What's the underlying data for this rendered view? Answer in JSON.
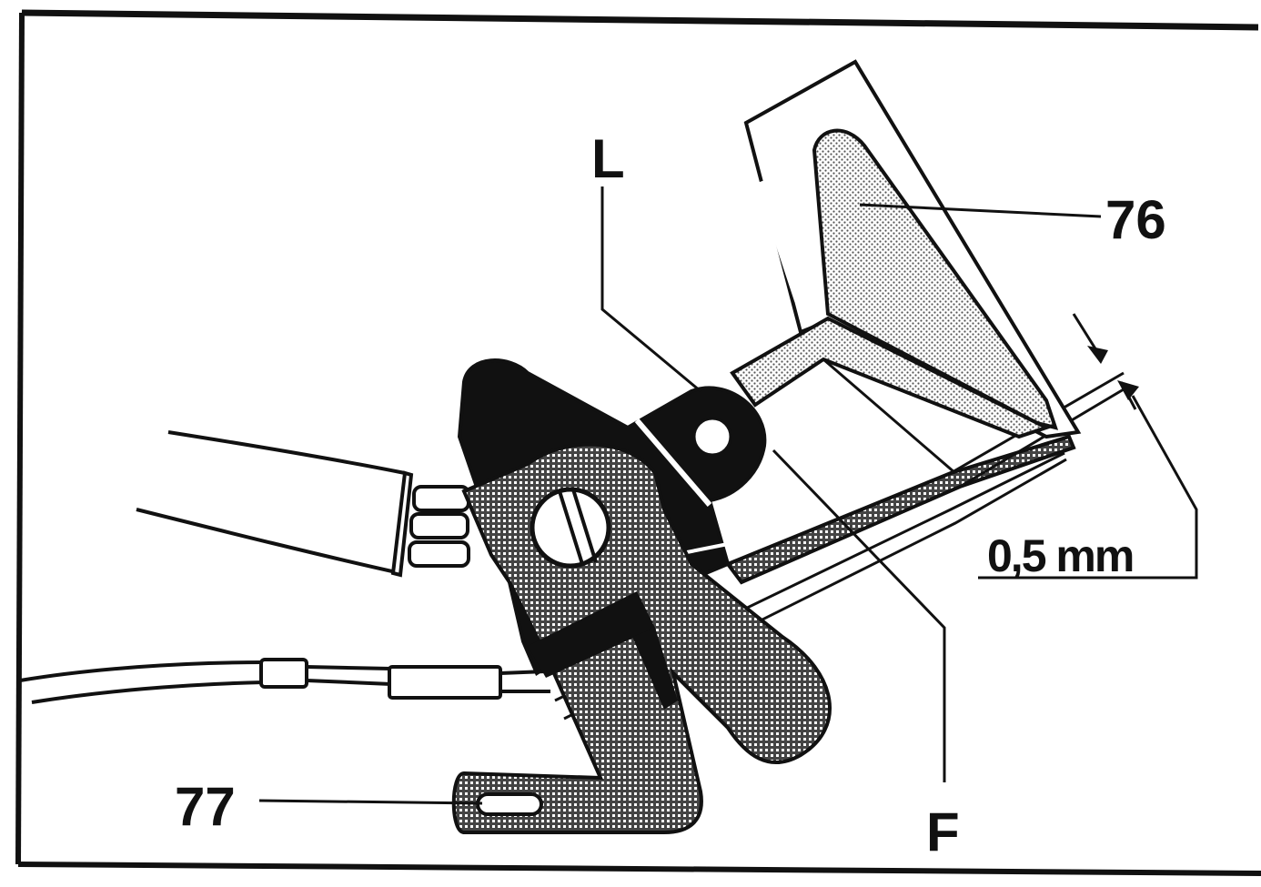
{
  "colors": {
    "ink": "#111111",
    "paper": "#ffffff",
    "stipple": "#bdbdbd"
  },
  "labels": {
    "part_76": "76",
    "part_77": "77",
    "point_L": "L",
    "point_F": "F",
    "gap_dimension": "0,5 mm"
  }
}
